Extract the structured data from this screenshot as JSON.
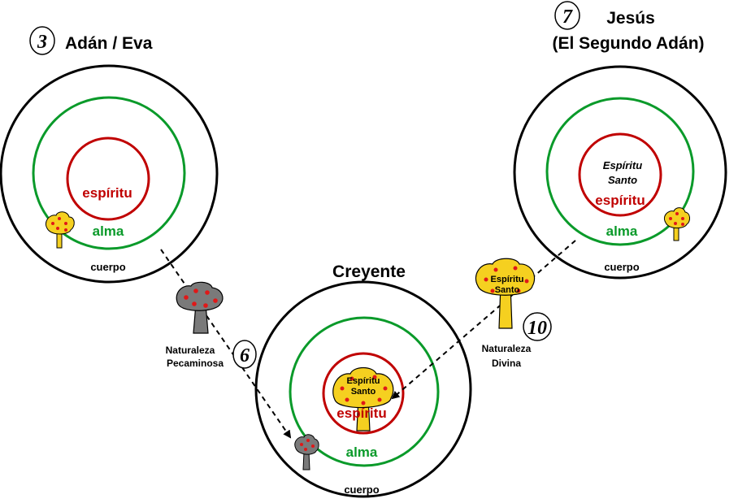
{
  "adam": {
    "number": "3",
    "title": "Adán / Eva",
    "spirit": "espíritu",
    "soul": "alma",
    "body": "cuerpo"
  },
  "jesus": {
    "number": "7",
    "title_line1": "Jesús",
    "title_line2": "(El Segundo Adán)",
    "holy_line1": "Espíritu",
    "holy_line2": "Santo",
    "spirit": "espíritu",
    "soul": "alma",
    "body": "cuerpo"
  },
  "believer": {
    "title": "Creyente",
    "tree_line1": "Espíritu",
    "tree_line2": "Santo",
    "spirit": "espíritu",
    "soul": "alma",
    "body": "cuerpo"
  },
  "sinful_nature": {
    "number": "6",
    "line1": "Naturaleza",
    "line2": "Pecaminosa"
  },
  "divine_nature": {
    "number": "10",
    "tree_line1": "Espíritu",
    "tree_line2": "Santo",
    "line1": "Naturaleza",
    "line2": "Divina"
  },
  "colors": {
    "spirit": "#c00000",
    "soul": "#0a9a2a",
    "body": "#000000",
    "fruit": "#e01818",
    "golden_tree": "#f5d020",
    "grey_tree": "#7a7a7a"
  }
}
